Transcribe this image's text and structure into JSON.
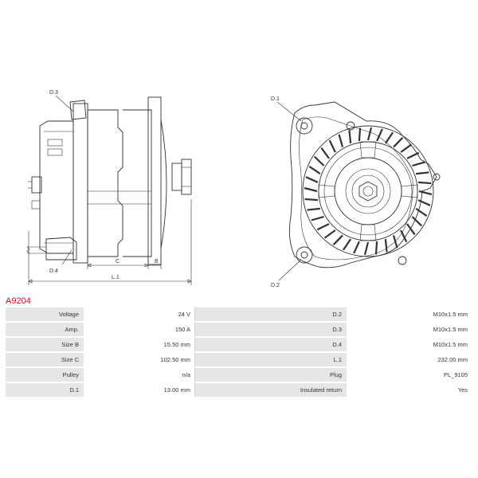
{
  "drawing": {
    "side_view_labels": {
      "d3": "D.3",
      "d4": "D.4",
      "c": "C",
      "b": "B",
      "l1": "L.1"
    },
    "front_view_labels": {
      "d1": "D.1",
      "d2": "D.2"
    }
  },
  "part_number": "A9204",
  "specs": {
    "rows": [
      {
        "label1": "Voltage",
        "value1": "24 V",
        "label2": "D.2",
        "value2": "M10x1.5 mm"
      },
      {
        "label1": "Amp.",
        "value1": "150 A",
        "label2": "D.3",
        "value2": "M10x1.5 mm"
      },
      {
        "label1": "Size B",
        "value1": "15.50 mm",
        "label2": "D.4",
        "value2": "M10x1.5 mm"
      },
      {
        "label1": "Size C",
        "value1": "102.50 mm",
        "label2": "L.1",
        "value2": "232.00 mm"
      },
      {
        "label1": "Pulley",
        "value1": "n/a",
        "label2": "Plug",
        "value2": "PL_9105"
      },
      {
        "label1": "D.1",
        "value1": "13.00 mm",
        "label2": "Insulated return",
        "value2": "Yes"
      }
    ]
  },
  "colors": {
    "part_number": "#e3001b",
    "label_cell": "#e6e6e6"
  }
}
